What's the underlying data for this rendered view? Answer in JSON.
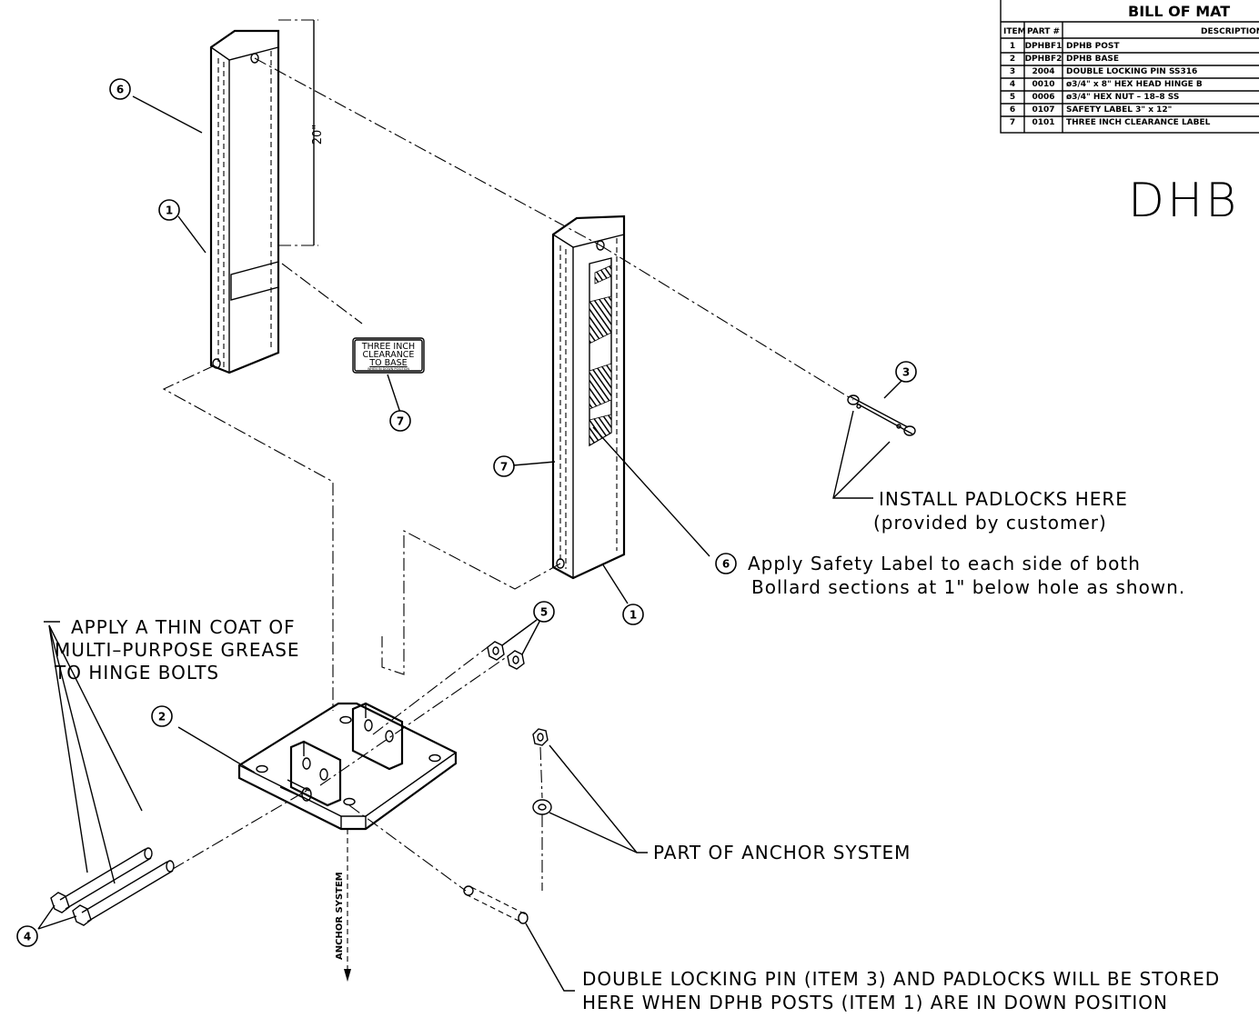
{
  "bom": {
    "title": "BILL OF MAT",
    "headers": [
      "ITEM",
      "PART #",
      "DESCRIPTION"
    ],
    "rows": [
      {
        "item": "1",
        "part": "DPHBF1",
        "desc": "DPHB POST"
      },
      {
        "item": "2",
        "part": "DPHBF2",
        "desc": "DPHB BASE"
      },
      {
        "item": "3",
        "part": "2004",
        "desc": "DOUBLE LOCKING PIN SS316"
      },
      {
        "item": "4",
        "part": "0010",
        "desc": "ø3/4\" x 8\" HEX HEAD HINGE B"
      },
      {
        "item": "5",
        "part": "0006",
        "desc": "ø3/4\" HEX NUT – 18–8 SS"
      },
      {
        "item": "6",
        "part": "0107",
        "desc": "SAFETY LABEL 3\" x 12\""
      },
      {
        "item": "7",
        "part": "0101",
        "desc": "THREE INCH CLEARANCE LABEL"
      }
    ]
  },
  "drawing_title": "DHB",
  "dimension": "20\"",
  "clearance_label": {
    "line1": "THREE INCH",
    "line2": "CLEARANCE",
    "line3": "TO BASE",
    "line4": "WHEN IN DOWN POSITION"
  },
  "callouts": {
    "padlocks_line1": "INSTALL PADLOCKS HERE",
    "padlocks_line2": "(provided by customer)",
    "safety_line1": "Apply Safety Label to each side of both",
    "safety_line2": "Bollard sections at 1\" below hole as shown.",
    "grease_line1": "APPLY A THIN COAT OF",
    "grease_line2": "MULTI–PURPOSE GREASE",
    "grease_line3": "TO HINGE BOLTS",
    "anchor_part": "PART OF ANCHOR SYSTEM",
    "anchor_system": "ANCHOR SYSTEM",
    "storage_line1": "DOUBLE LOCKING PIN (ITEM 3) AND PADLOCKS WILL BE STORED",
    "storage_line2": "HERE WHEN DPHB POSTS (ITEM 1) ARE IN DOWN POSITION"
  },
  "balloons": {
    "b6a": "6",
    "b1a": "1",
    "b7a": "7",
    "b3": "3",
    "b7b": "7",
    "b6b": "6",
    "b1b": "1",
    "b5": "5",
    "b2": "2",
    "b4": "4"
  }
}
